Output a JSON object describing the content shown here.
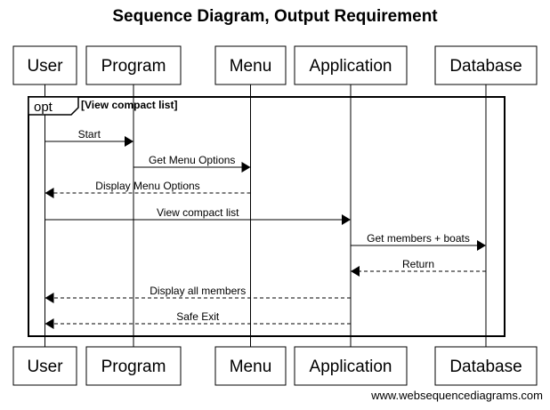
{
  "title": "Sequence Diagram, Output Requirement",
  "credit": "www.websequencediagrams.com",
  "participants": [
    "User",
    "Program",
    "Menu",
    "Application",
    "Database"
  ],
  "fragment": {
    "keyword": "opt",
    "guard": "[View compact list]"
  },
  "messages": [
    {
      "from": "User",
      "to": "Program",
      "label": "Start",
      "style": "solid"
    },
    {
      "from": "Program",
      "to": "Menu",
      "label": "Get Menu Options",
      "style": "solid"
    },
    {
      "from": "Menu",
      "to": "User",
      "label": "Display Menu Options",
      "style": "dashed"
    },
    {
      "from": "User",
      "to": "Application",
      "label": "View compact list",
      "style": "solid"
    },
    {
      "from": "Application",
      "to": "Database",
      "label": "Get members + boats",
      "style": "solid"
    },
    {
      "from": "Database",
      "to": "Application",
      "label": "Return",
      "style": "dashed"
    },
    {
      "from": "Application",
      "to": "User",
      "label": "Display all members",
      "style": "dashed"
    },
    {
      "from": "Application",
      "to": "User",
      "label": "Safe Exit",
      "style": "dashed"
    }
  ]
}
